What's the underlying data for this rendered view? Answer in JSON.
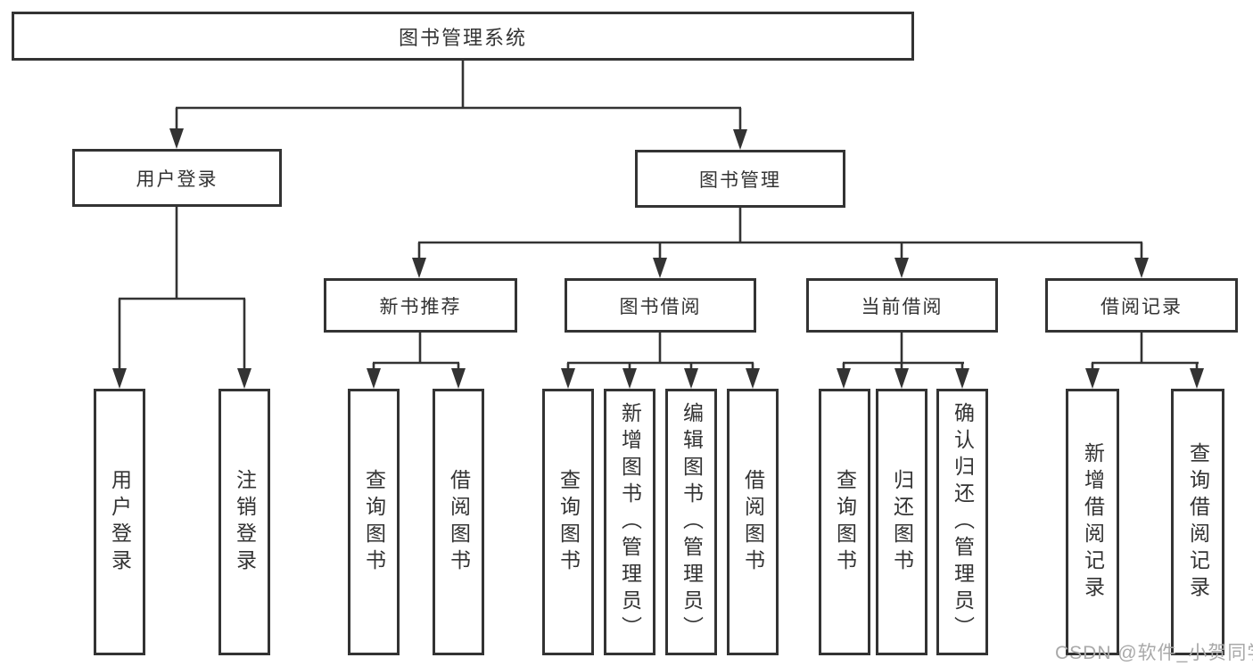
{
  "tree": {
    "root": {
      "label": "图书管理系统"
    },
    "level2": [
      {
        "label": "用户登录"
      },
      {
        "label": "图书管理"
      }
    ],
    "level3": [
      {
        "label": "新书推荐"
      },
      {
        "label": "图书借阅"
      },
      {
        "label": "当前借阅"
      },
      {
        "label": "借阅记录"
      }
    ],
    "leaves": [
      {
        "label": "用户登录"
      },
      {
        "label": "注销登录"
      },
      {
        "label": "查询图书"
      },
      {
        "label": "借阅图书"
      },
      {
        "label": "查询图书"
      },
      {
        "label": "新增图书（管理员）"
      },
      {
        "label": "编辑图书（管理员）"
      },
      {
        "label": "借阅图书"
      },
      {
        "label": "查询图书"
      },
      {
        "label": "归还图书"
      },
      {
        "label": "确认归还（管理员）"
      },
      {
        "label": "新增借阅记录"
      },
      {
        "label": "查询借阅记录"
      }
    ]
  },
  "watermark": "CSDN @软件_小贺同学",
  "colors": {
    "line": "#333333",
    "text": "#333333",
    "watermark": "#a9a9a9",
    "background": "#ffffff"
  }
}
